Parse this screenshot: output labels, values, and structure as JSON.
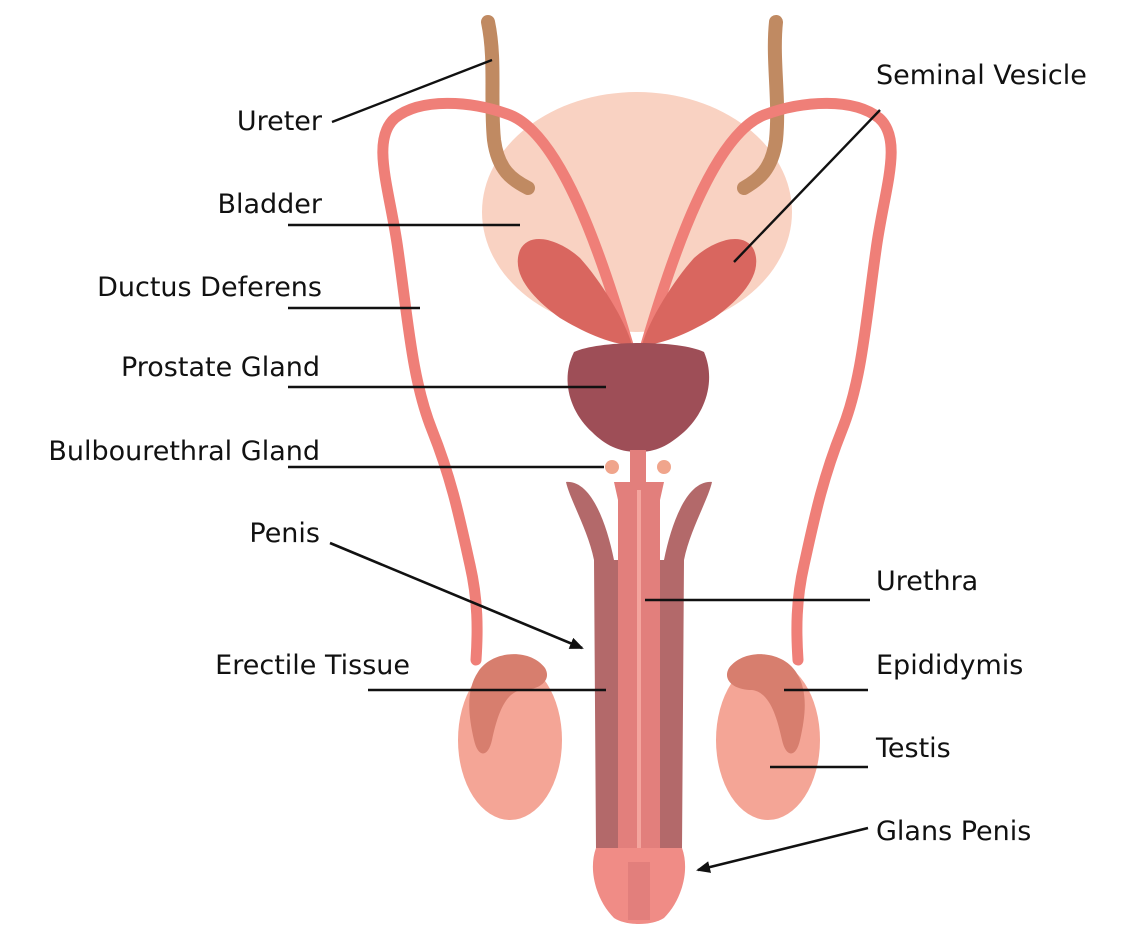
{
  "labels": {
    "ureter": "Ureter",
    "bladder": "Bladder",
    "ductus_deferens": "Ductus Deferens",
    "prostate_gland": "Prostate Gland",
    "bulbourethral_gland": "Bulbourethral Gland",
    "penis": "Penis",
    "erectile_tissue": "Erectile Tissue",
    "seminal_vesicle": "Seminal Vesicle",
    "urethra": "Urethra",
    "epididymis": "Epididymis",
    "testis": "Testis",
    "glans_penis": "Glans Penis"
  },
  "colors": {
    "ureter": "#c08a62",
    "bladder": "#f9d2c2",
    "ductus": "#ef7f78",
    "seminal_vesicle": "#d9665f",
    "prostate": "#9e4e57",
    "erectile": "#b3696a",
    "urethra_body": "#e27f7c",
    "testis": "#f4a596",
    "epididymis": "#d77e6e",
    "glans": "#f08c86"
  }
}
